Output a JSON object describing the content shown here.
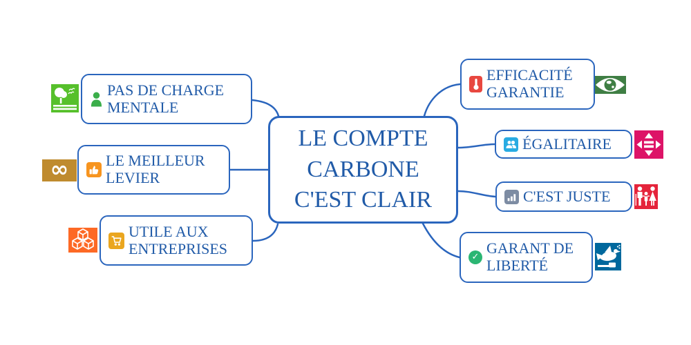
{
  "diagram": {
    "title": "Mind map - Le compte carbone",
    "center": {
      "label": "LE COMPTE CARBONE C'EST CLAIR",
      "lines": [
        "LE COMPTE",
        "CARBONE",
        "C'EST CLAIR"
      ]
    },
    "branches": [
      {
        "label": "PAS DE CHARGE MENTALE",
        "side": "left",
        "inner_icon": "person-icon",
        "outer_icon": "tree-landscape-icon",
        "outer_color": "#56C02B"
      },
      {
        "label": "LE MEILLEUR LEVIER",
        "side": "left",
        "inner_icon": "thumbs-up-icon",
        "outer_icon": "infinity-loop-icon",
        "outer_color": "#BF8B2E"
      },
      {
        "label": "UTILE AUX ENTREPRISES",
        "side": "left",
        "inner_icon": "shopping-cart-icon",
        "outer_icon": "cubes-icon",
        "outer_color": "#FD6925"
      },
      {
        "label": "EFFICACITÉ GARANTIE",
        "side": "right",
        "inner_icon": "thermometer-icon",
        "outer_icon": "eye-globe-icon",
        "outer_color": "#3F7E44"
      },
      {
        "label": "ÉGALITAIRE",
        "side": "right",
        "inner_icon": "people-icon",
        "outer_icon": "equality-arrows-icon",
        "outer_color": "#DD1367"
      },
      {
        "label": "C'EST JUSTE",
        "side": "right",
        "inner_icon": "bar-chart-icon",
        "outer_icon": "family-icon",
        "outer_color": "#E5243B"
      },
      {
        "label": "GARANT DE LIBERTÉ",
        "side": "right",
        "inner_icon": "check-circle-icon",
        "outer_icon": "dove-peace-icon",
        "outer_color": "#00689D"
      }
    ]
  },
  "icons": {
    "infinity_glyph": "∞",
    "check_glyph": "✓"
  },
  "colors": {
    "node_border": "#2A65BD",
    "node_text": "#215BA8",
    "connector": "#2A65BD",
    "sdg_green": "#56C02B",
    "sdg_gold": "#BF8B2E",
    "sdg_orange": "#FD6925",
    "sdg_dark_green": "#3F7E44",
    "sdg_pink": "#DD1367",
    "sdg_red": "#E5243B",
    "sdg_blue": "#00689D",
    "badge_person_green": "#3BAE4A",
    "badge_thumb_orange": "#F7941E",
    "badge_cart_amber": "#EAA61F",
    "badge_thermometer_red": "#E8473F",
    "badge_people_blue": "#29ABE2",
    "badge_chart_gray": "#7D8CA3",
    "badge_check_green": "#2BB673"
  }
}
